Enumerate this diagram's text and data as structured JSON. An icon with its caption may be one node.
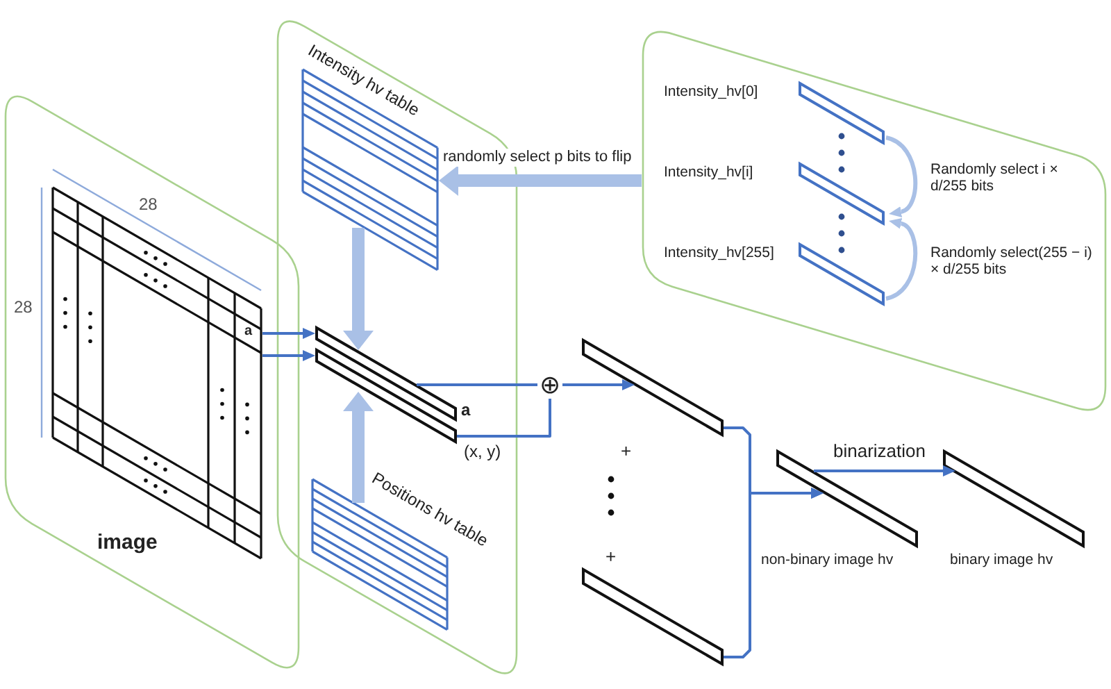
{
  "diagram": {
    "nodes": [
      {
        "text": [],
        "shape": "box"
      },
      {
        "text": [
          "image"
        ],
        "in": 0
      },
      {
        "text": [],
        "shape": "box"
      },
      {
        "text": [
          "Intensity hv table"
        ],
        "in": 2
      },
      {
        "text": [
          "a"
        ],
        "in": 2
      },
      {
        "text": [
          "(x, y)"
        ],
        "in": 2
      },
      {
        "text": [
          "Positions hv table"
        ],
        "in": 2
      },
      {
        "text": [
          "⊕"
        ]
      },
      {
        "text": [],
        "shape": "bar"
      },
      {
        "text": [],
        "shape": "bar"
      },
      {
        "text": [
          "non-binary image hv"
        ]
      },
      {
        "text": [
          "binary image hv"
        ]
      },
      {
        "text": [],
        "shape": "box"
      },
      {
        "text": [
          "Intensity_hv[0]"
        ],
        "in": 12
      },
      {
        "text": [
          "Intensity_hv[i]"
        ],
        "in": 12
      },
      {
        "text": [
          "Intensity_hv[255]"
        ],
        "in": 12
      }
    ],
    "edges": [
      {
        "from": 1,
        "to": 4,
        "arrow": "to"
      },
      {
        "from": 1,
        "to": 5,
        "arrow": "to"
      },
      {
        "from": 3,
        "to": 4,
        "arrow": "to",
        "style": "thick",
        "color": "#a9c0e6"
      },
      {
        "from": 6,
        "to": 5,
        "arrow": "to",
        "style": "thick",
        "color": "#a9c0e6"
      },
      {
        "from": 12,
        "to": 3,
        "arrow": "to",
        "label": "randomly select p bits to flip",
        "style": "thick",
        "color": "#a9c0e6"
      },
      {
        "from": 13,
        "to": 14,
        "arrow": "to",
        "label": "Randomly select i × d/255 bits",
        "color": "#a9c0e6"
      },
      {
        "from": 15,
        "to": 14,
        "arrow": "to",
        "label": "Randomly select(255 − i) × d/255 bits",
        "color": "#a9c0e6"
      },
      {
        "from": 4,
        "to": 7,
        "arrow": "none"
      },
      {
        "from": 5,
        "to": 7,
        "arrow": "none"
      },
      {
        "from": 7,
        "to": 8,
        "arrow": "to"
      },
      {
        "from": 8,
        "to": 10,
        "arrow": "to"
      },
      {
        "from": 9,
        "to": 10,
        "arrow": "to"
      },
      {
        "from": 10,
        "to": 11,
        "arrow": "to",
        "label": "binarization"
      }
    ],
    "labels": [
      "28",
      "28",
      "a",
      "+",
      "+"
    ]
  }
}
